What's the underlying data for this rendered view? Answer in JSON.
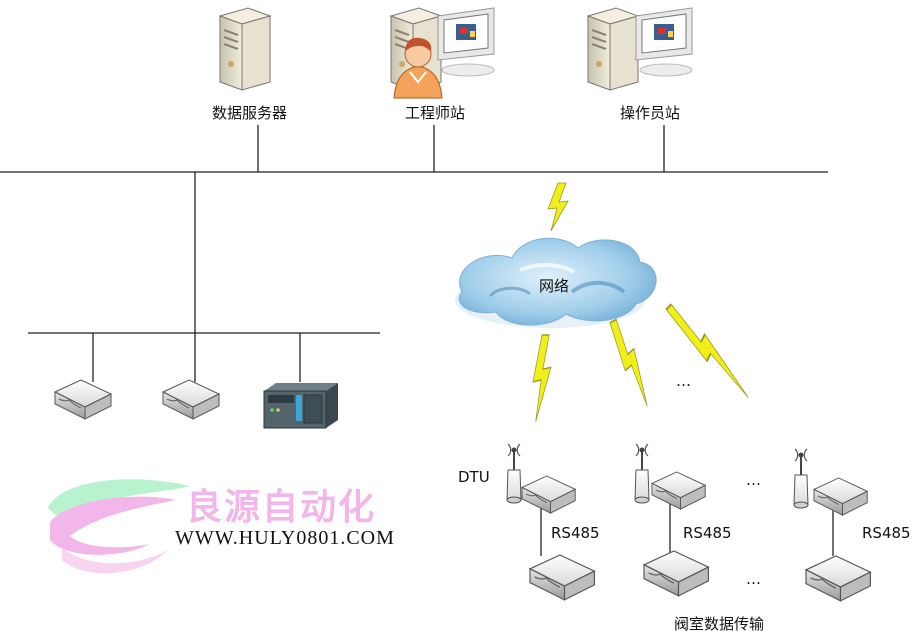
{
  "labels": {
    "data_server": "数据服务器",
    "engineer_station": "工程师站",
    "operator_station": "操作员站",
    "network": "网络",
    "dtu": "DTU",
    "rs485_1": "RS485",
    "rs485_2": "RS485",
    "rs485_3": "RS485",
    "ellipsis_1": "…",
    "ellipsis_2": "…",
    "ellipsis_3": "…",
    "valve_room": "阀室数据传输"
  },
  "watermark": {
    "title": "良源自动化",
    "url": "WWW.HULY0801.COM"
  },
  "colors": {
    "line": "#222222",
    "lightning": "#f2ee1a",
    "cloud": "#8fc3e6",
    "watermark_pink": "#f3b6ea",
    "watermark_green": "#b9f2cf"
  },
  "icons": [
    "server-icon",
    "engineer-workstation-icon",
    "operator-workstation-icon",
    "cloud-icon",
    "lightning-icon",
    "router-icon",
    "plc-module-icon",
    "antenna-icon"
  ]
}
